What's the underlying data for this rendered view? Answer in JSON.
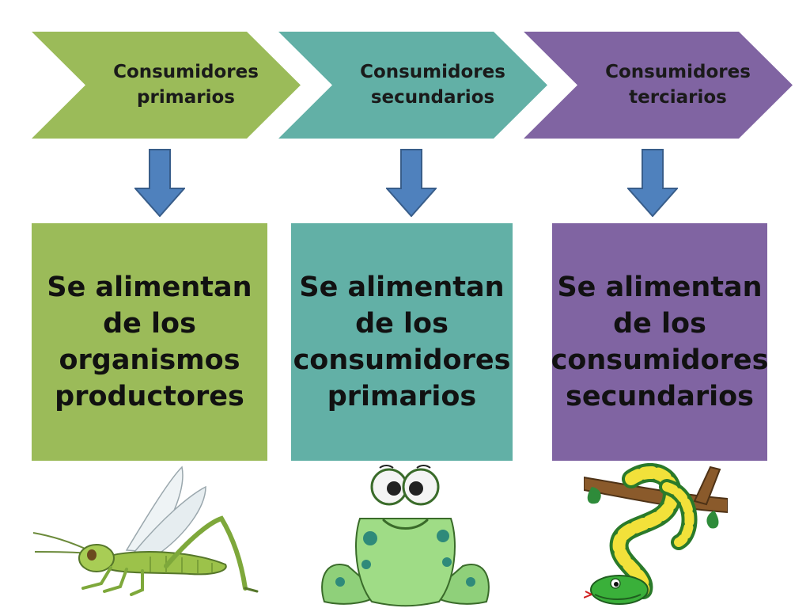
{
  "colors": {
    "green": "#9bbb59",
    "teal": "#62b0a6",
    "purple": "#8064a2",
    "arrow": "#4f81bd"
  },
  "stages": [
    {
      "label_lines": [
        "Consumidores",
        "primarios"
      ],
      "desc_lines": [
        "Se alimentan",
        "de los",
        "organismos",
        "productores"
      ],
      "icon": "grasshopper-icon"
    },
    {
      "label_lines": [
        "Consumidores",
        "secundarios"
      ],
      "desc_lines": [
        "Se alimentan",
        "de los",
        "consumidores",
        "primarios"
      ],
      "icon": "frog-icon"
    },
    {
      "label_lines": [
        "Consumidores",
        "terciarios"
      ],
      "desc_lines": [
        "Se alimentan",
        "de los",
        "consumidores",
        "secundarios"
      ],
      "icon": "snake-icon"
    }
  ]
}
